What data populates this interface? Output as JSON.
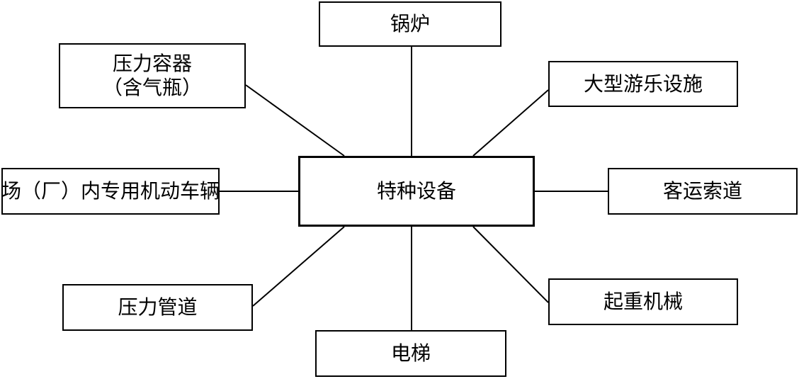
{
  "diagram": {
    "center": {
      "label": "特种设备"
    },
    "nodes": [
      {
        "id": "top",
        "lines": [
          "锅炉"
        ]
      },
      {
        "id": "tr",
        "lines": [
          "大型游乐设施"
        ]
      },
      {
        "id": "right",
        "lines": [
          "客运索道"
        ]
      },
      {
        "id": "br",
        "lines": [
          "起重机械"
        ]
      },
      {
        "id": "bottom",
        "lines": [
          "电梯"
        ]
      },
      {
        "id": "bl",
        "lines": [
          "压力管道"
        ]
      },
      {
        "id": "left",
        "lines": [
          "场（厂）内专用机动车辆"
        ]
      },
      {
        "id": "tl",
        "lines": [
          "压力容器",
          "（含气瓶）"
        ]
      }
    ],
    "colors": {
      "stroke": "#000000",
      "fill": "#ffffff",
      "text": "#000000"
    }
  }
}
